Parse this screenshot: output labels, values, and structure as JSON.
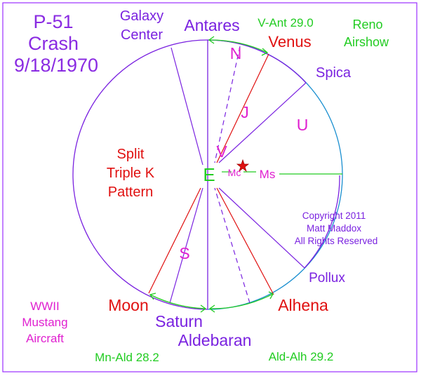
{
  "title": {
    "line1": "P-51",
    "line2": "Crash",
    "line3": "9/18/1970"
  },
  "labels": {
    "galaxy_line1": "Galaxy",
    "galaxy_line2": "Center",
    "antares": "Antares",
    "v_ant": "V-Ant 29.0",
    "venus": "Venus",
    "reno_line1": "Reno",
    "reno_line2": "Airshow",
    "spica": "Spica",
    "n": "N",
    "j": "J",
    "u": "U",
    "v": "V",
    "e": "E",
    "mc": "Mc",
    "ms": "Ms",
    "s": "S",
    "split_line1": "Split",
    "split_line2": "Triple K",
    "split_line3": "Pattern",
    "copyright_line1": "Copyright 2011",
    "copyright_line2": "Matt Maddox",
    "copyright_line3": "All Rights Reserved",
    "pollux": "Pollux",
    "moon": "Moon",
    "alhena": "Alhena",
    "saturn": "Saturn",
    "aldebaran": "Aldebaran",
    "wwii_line1": "WWII",
    "wwii_line2": "Mustang",
    "wwii_line3": "Aircraft",
    "mn_ald": "Mn-Ald 28.2",
    "ald_alh": "Ald-Alh 29.2"
  },
  "colors": {
    "purple": "#7a22e0",
    "red": "#e01010",
    "green": "#22cc22",
    "magenta": "#e020d0",
    "blue": "#1a8fd0",
    "title_purple": "#8a2be2"
  }
}
